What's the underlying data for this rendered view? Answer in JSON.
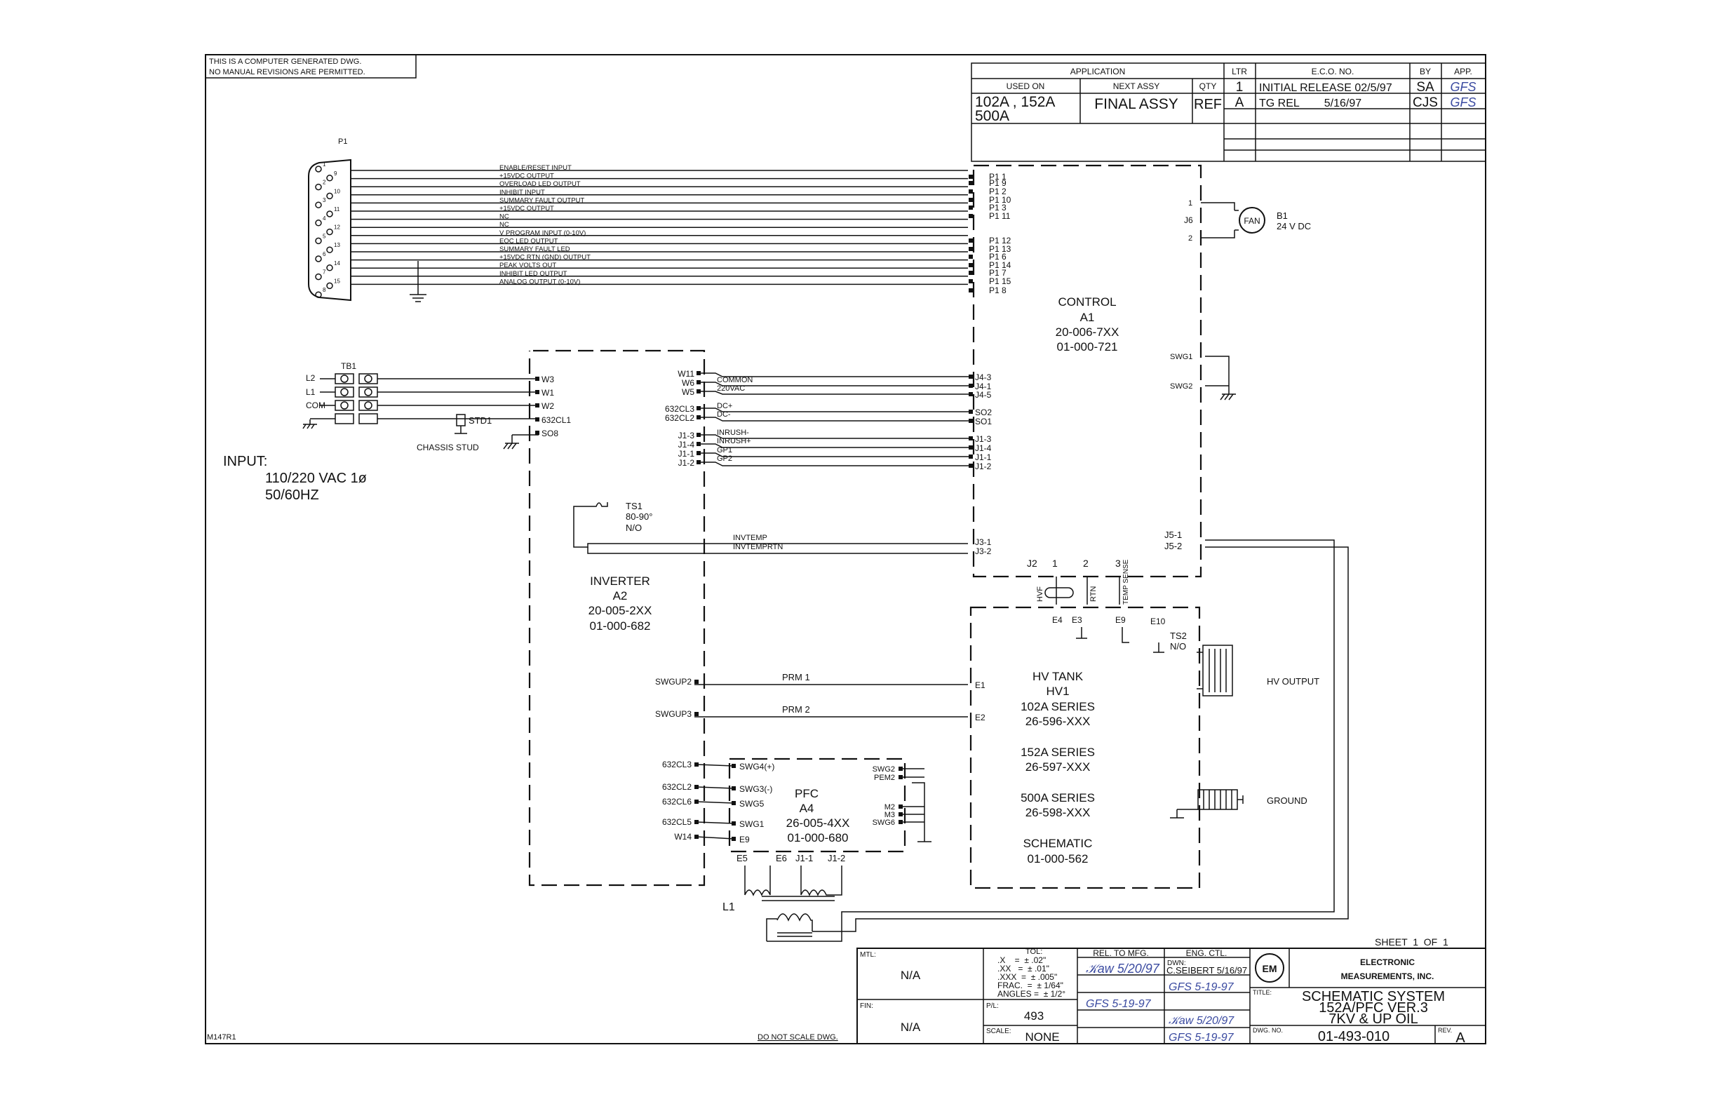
{
  "notice": [
    "THIS IS A COMPUTER GENERATED DWG.",
    "NO MANUAL REVISIONS ARE PERMITTED."
  ],
  "revision_block": {
    "application_label": "APPLICATION",
    "used_on_label": "USED ON",
    "next_assy_label": "NEXT ASSY",
    "qty_label": "QTY",
    "ltr_label": "LTR",
    "eco_label": "E.C.O. NO.",
    "by_label": "BY",
    "app_label": "APP.",
    "used_on": [
      "102A , 152A",
      "500A"
    ],
    "next_assy": "FINAL ASSY",
    "qty": "REF",
    "rows": [
      {
        "ltr": "1",
        "eco": "INITIAL RELEASE 02/5/97",
        "by": "SA",
        "app": "GFS"
      },
      {
        "ltr": "A",
        "eco": "TG REL        5/16/97",
        "by": "CJS",
        "app": "GFS"
      }
    ]
  },
  "p1": {
    "label": "P1",
    "signals": [
      "ENABLE/RESET   INPUT",
      "+15VDC OUTPUT",
      "OVERLOAD LED    OUTPUT",
      "INHIBIT INPUT",
      "SUMMARY FAULT   OUTPUT",
      "+15VDC OUTPUT",
      "NC",
      "NC",
      "V PROGRAM INPUT (0-10V)",
      "EOC LED              OUTPUT",
      "SUMMARY FAULT  LED",
      "+15VDC RTN (GND) OUTPUT",
      "PEAK VOLTS OUT",
      "INHIBIT LED        OUTPUT",
      "ANALOG OUTPUT (0-10V)"
    ],
    "pins": [
      "P1 1",
      "P1 9",
      "P1 2",
      "P1 10",
      "P1 3",
      "P1 11",
      "P1 12",
      "P1 13",
      "P1 6",
      "P1 14",
      "P1 7",
      "P1 15",
      "P1 8"
    ],
    "connector_pins": [
      "1",
      "9",
      "2",
      "10",
      "3",
      "11",
      "4",
      "12",
      "5",
      "13",
      "6",
      "14",
      "7",
      "15",
      "8"
    ]
  },
  "control": {
    "title": "CONTROL",
    "ref": "A1",
    "pn1": "20-006-7XX",
    "pn2": "01-000-721",
    "j4": [
      "J4-3",
      "J4-1",
      "J4-5"
    ],
    "so": [
      "SO2",
      "SO1"
    ],
    "j1": [
      "J1-3",
      "J1-4",
      "J1-1",
      "J1-2"
    ],
    "j3": [
      "J3-1",
      "J3-2"
    ],
    "j6": {
      "label": "J6",
      "p1": "1",
      "p2": "2"
    },
    "swg": [
      "SWG1",
      "SWG2"
    ],
    "j5": [
      "J5-1",
      "J5-2"
    ]
  },
  "fan": {
    "symbol": "FAN",
    "ref": "B1",
    "rating": "24 V DC"
  },
  "tb1": {
    "label": "TB1",
    "lines": [
      "L2",
      "L1",
      "COM"
    ],
    "std": "STD1",
    "chassis": "CHASSIS STUD"
  },
  "input": {
    "label": "INPUT:",
    "voltage": "110/220 VAC 1ø",
    "freq": "50/60HZ"
  },
  "inverter": {
    "title": "INVERTER",
    "ref": "A2",
    "pn1": "20-005-2XX",
    "pn2": "01-000-682",
    "left_pins": [
      "W3",
      "W1",
      "W2",
      "632CL1",
      "SO8"
    ],
    "right_pins": [
      "W11",
      "W6",
      "W5",
      "632CL3",
      "632CL2",
      "J1-3",
      "J1-4",
      "J1-1",
      "J1-2"
    ],
    "wire_labels": [
      "COMMON",
      "220VAC",
      "DC+",
      "DC-",
      "INRUSH-",
      "INRUSH+",
      "GP1",
      "GP2",
      "INVTEMP",
      "INVTEMPRTN"
    ],
    "lower_pins": [
      "SWGUP2",
      "SWGUP3",
      "632CL3",
      "632CL2",
      "632CL6",
      "632CL5",
      "W14"
    ]
  },
  "ts1": {
    "ref": "TS1",
    "temp": "80-90°",
    "type": "N/O"
  },
  "j2": {
    "label": "J2",
    "pins": [
      "1",
      "2",
      "3"
    ],
    "names": [
      "HVF",
      "RTN",
      "TEMP SENSE"
    ]
  },
  "hvtank": {
    "title": "HV TANK",
    "ref": "HV1",
    "series": [
      "102A SERIES",
      "26-596-XXX",
      "152A SERIES",
      "26-597-XXX",
      "500A SERIES",
      "26-598-XXX"
    ],
    "schem_label": "SCHEMATIC",
    "schem_pn": "01-000-562",
    "terms": [
      "E4",
      "E3",
      "E9",
      "E10",
      "E1",
      "E2"
    ],
    "hv_output": "HV OUTPUT",
    "ground": "GROUND"
  },
  "ts2": {
    "ref": "TS2",
    "type": "N/O"
  },
  "prm": [
    "PRM 1",
    "PRM 2"
  ],
  "pfc": {
    "title": "PFC",
    "ref": "A4",
    "pn1": "26-005-4XX",
    "pn2": "01-000-680",
    "left_pins": [
      "SWG4(+)",
      "SWG3(-)",
      "SWG5",
      "SWG1",
      "E9"
    ],
    "right_pins": [
      "SWG2",
      "PEM2",
      "M2",
      "M3",
      "SWG6"
    ],
    "bottom_pins": [
      "E5",
      "E6",
      "J1-1",
      "J1-2"
    ]
  },
  "l1": "L1",
  "sheet": "SHEET  1  OF  1",
  "title_block": {
    "mtl_label": "MTL:",
    "mtl": "N/A",
    "fin_label": "FIN:",
    "fin": "N/A",
    "tol_label": "TOL:",
    "tol": [
      ".X    =  ± .02\"",
      ".XX   =  ± .01\"",
      ".XXX  =  ± .005\"",
      "FRAC.  =  ± 1/64\"",
      "ANGLES =  ± 1/2°"
    ],
    "pl_label": "P/L:",
    "pl": "493",
    "scale_label": "SCALE:",
    "scale": "NONE",
    "rel_label": "REL. TO MFG.",
    "eng_label": "ENG. CTL.",
    "dwn_label": "DWN:",
    "dwn": "C.SEIBERT 5/16/97",
    "company": [
      "ELECTRONIC",
      "MEASUREMENTS, INC."
    ],
    "title_label": "TITLE:",
    "title": [
      "SCHEMATIC SYSTEM",
      "152A/PFC VER.3",
      "7KV & UP OIL"
    ],
    "dwg_label": "DWG. NO.",
    "dwg": "01-493-010",
    "rev_label": "REV.",
    "rev": "A"
  },
  "footer_left": "M147R1",
  "footer_mid": "DO NOT SCALE DWG."
}
